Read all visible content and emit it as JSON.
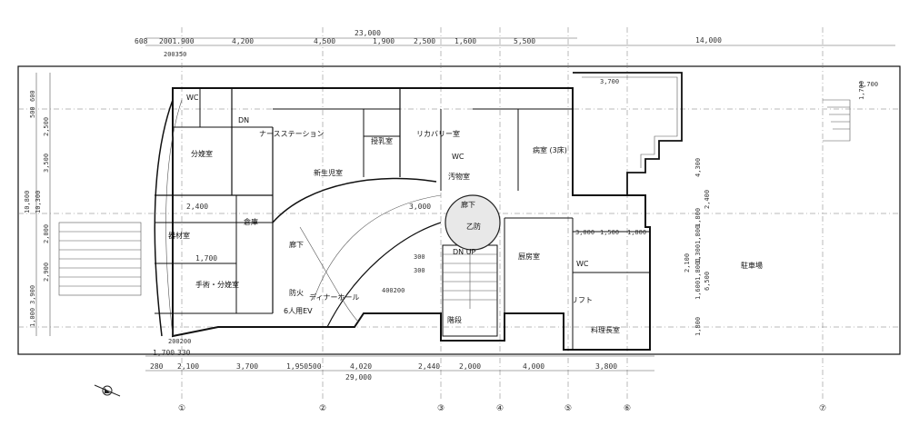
{
  "dimensions": {
    "top_total": "23,000",
    "top_right": "14,000",
    "top_row": [
      "608",
      "2001.900",
      "4,200",
      "4,500",
      "1,900",
      "2,500",
      "1,600",
      "5,500"
    ],
    "top_small": "200350",
    "bottom_row1": [
      "1,700",
      "330"
    ],
    "bottom_row2": [
      "280",
      "2,100",
      "3,700",
      "1,950500",
      "4,020",
      "2,440",
      "2,000",
      "4,000",
      "3,800"
    ],
    "bottom_total": "29,000",
    "left_vertical": [
      "500",
      "600",
      "2,500",
      "3,500",
      "10,800",
      "10,300",
      "2,000",
      "2,900",
      "1,000",
      "3,900"
    ],
    "inner": {
      "d_2400": "2,400",
      "d_1700": "1,700",
      "d_3000": "3,000",
      "d_200_200": "200200",
      "d_300": "300",
      "d_300b": "300",
      "d_400200": "400200",
      "d_3700": "3,700",
      "d_1700b": "1,700",
      "right_row": [
        "3,000",
        "1,500",
        "1,800"
      ],
      "right_vertical": [
        "4,300",
        "1,800",
        "1,3001,800",
        "1,6001,8001",
        "2,100",
        "6,500",
        "1,800",
        "2,400"
      ]
    }
  },
  "rooms": {
    "wc1": "WC",
    "dn1": "DN",
    "nurse_station": "ナースステーション",
    "delivery1": "分娩室",
    "newborn": "新生児室",
    "consult": "授乳室",
    "recovery": "リカバリー室",
    "wc2": "WC",
    "linen": "汚物室",
    "private": "病室\n(3床)",
    "corridor1": "廊下",
    "dn_up": "DN   UP",
    "elev": "乙防",
    "storage": "器材室",
    "kitchen": "厨房室",
    "corridor2": "廊下",
    "op_delivery": "手術・分娩室",
    "shield": "防火",
    "elevator": "6人用EV",
    "dining": "ディナーホール",
    "stairs": "階段",
    "wc3": "WC",
    "lift": "リフト",
    "chef": "料理長室",
    "parking": "駐車場",
    "small_room": "倉庫",
    "top_right_dim": "3,700"
  },
  "grid_labels": [
    "①",
    "②",
    "③",
    "④",
    "⑤",
    "⑥",
    "⑦"
  ],
  "side_marks": {
    "right_top": "1,700"
  },
  "north": "N"
}
